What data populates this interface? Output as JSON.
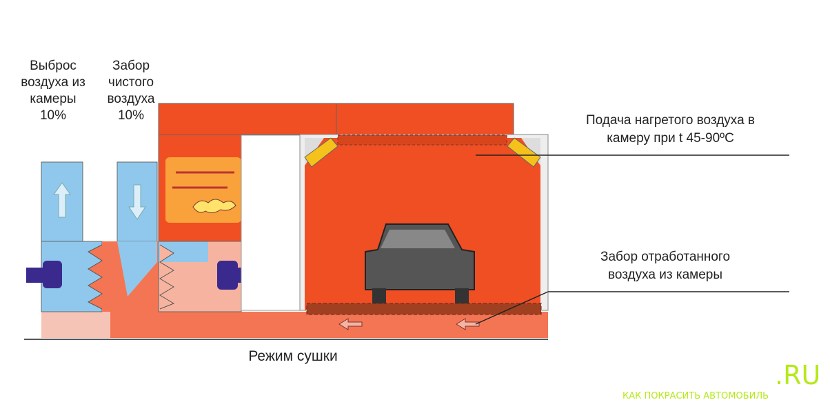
{
  "labels": {
    "exhaust": [
      "Выброс",
      "воздуха из",
      "камеры",
      "10%"
    ],
    "intake": [
      "Забор",
      "чистого",
      "воздуха",
      "10%"
    ],
    "supply": [
      "Подача нагретого воздуха в",
      "камеру при t 45-90ºC"
    ],
    "extract": [
      "Забор отработанного",
      "воздуха из камеры"
    ],
    "mode": "Режим сушки"
  },
  "logo": {
    "domain": ".RU",
    "tagline": "КАК ПОКРАСИТЬ АВТОМОБИЛЬ"
  },
  "colors": {
    "hot": "#f04e23",
    "warm": "#f47553",
    "pink": "#f6b4a0",
    "blue": "#8fc8ec",
    "fan": "#3b2a8e",
    "logo": "#b6e81a"
  }
}
